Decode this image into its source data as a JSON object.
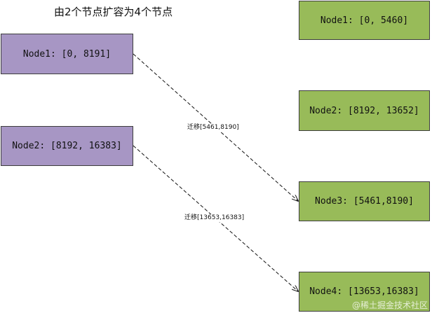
{
  "title": "由2个节点扩容为4个节点",
  "old_nodes": [
    {
      "label": "Node1: [0, 8191]"
    },
    {
      "label": "Node2: [8192, 16383]"
    }
  ],
  "new_nodes": [
    {
      "label": "Node1: [0, 5460]"
    },
    {
      "label": "Node2: [8192, 13652]"
    },
    {
      "label": "Node3: [5461,8190]"
    },
    {
      "label": "Node4: [13653,16383]"
    }
  ],
  "migrations": [
    {
      "label": "迁移[5461,8190]"
    },
    {
      "label": "迁移[13653,16383]"
    }
  ],
  "watermark": "@稀土掘金技术社区",
  "colors": {
    "old_node_fill": "#a796c4",
    "new_node_fill": "#98bb59",
    "border": "#3d3d3d"
  }
}
